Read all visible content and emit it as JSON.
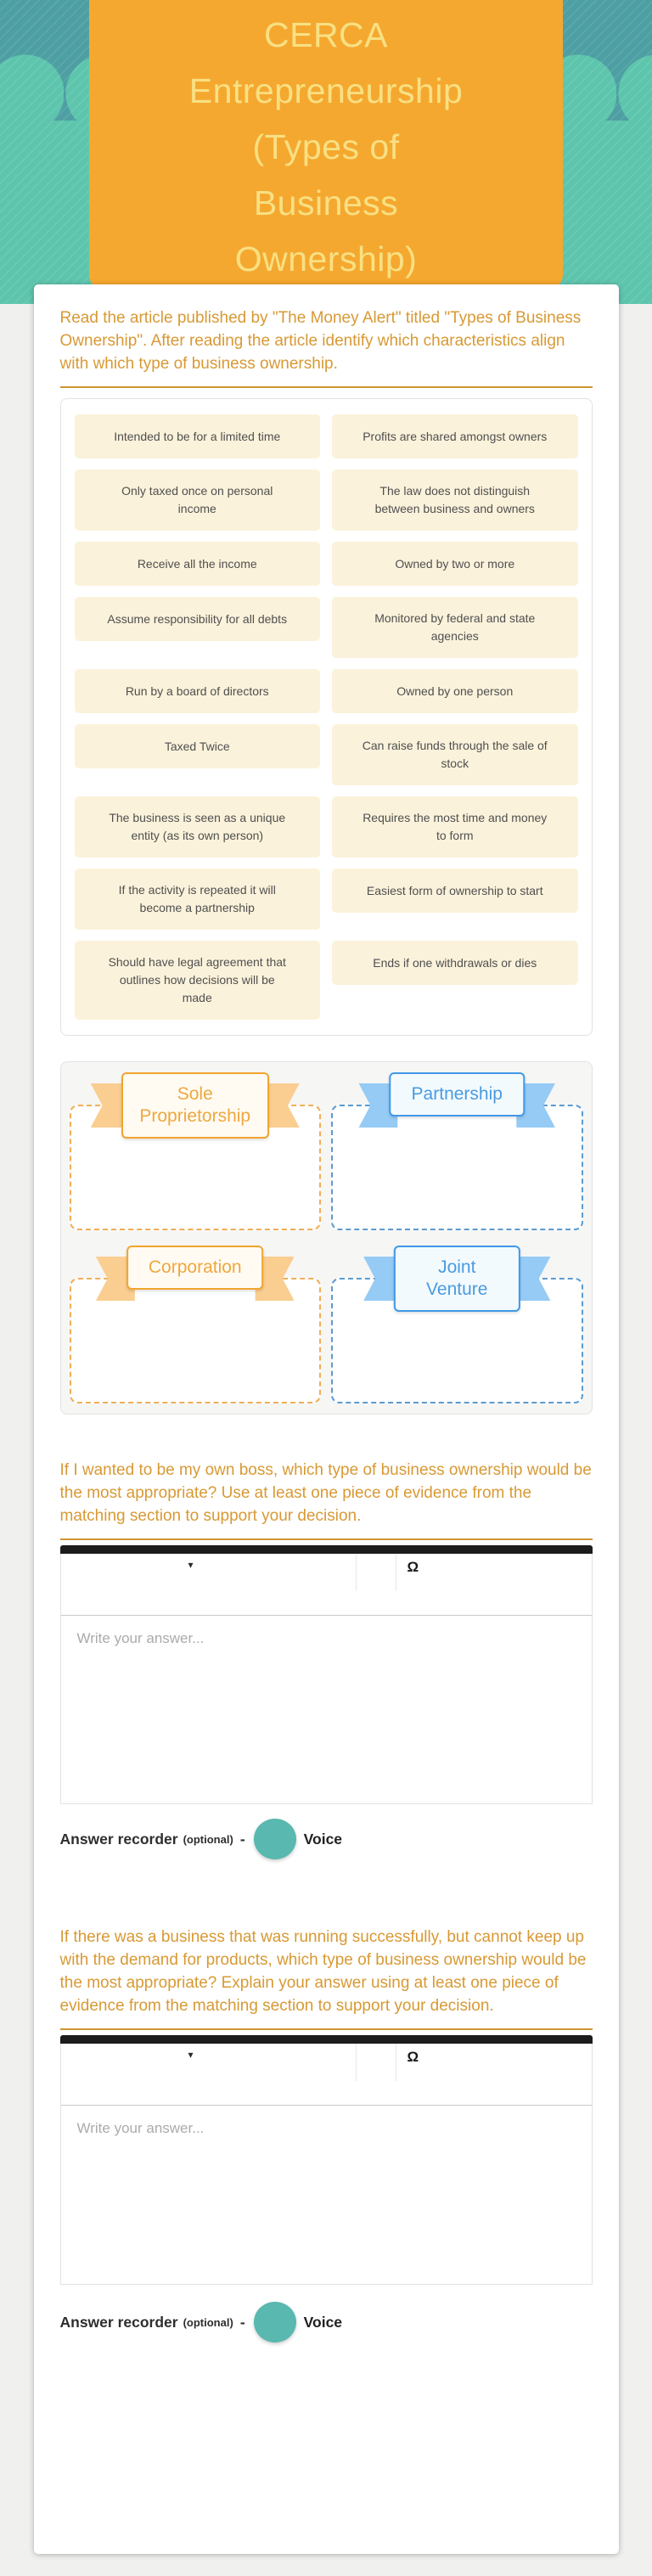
{
  "header": {
    "title": "CERCA Entrepreneurship (Types of Business Ownership)",
    "colors": {
      "band_teal": "#4D9FA3",
      "cloud_teal": "#5EC5AD",
      "card_orange": "#F5A82F",
      "title_text": "#F8E083"
    }
  },
  "intro": {
    "text": "Read the article published by \"The Money Alert\" titled \"Types of Business Ownership\". After reading the article identify which characteristics align with which type of business ownership."
  },
  "matching": {
    "left": [
      "Intended to be for a limited time",
      "Only taxed once on personal income",
      "Receive all the income",
      "Assume responsibility for all debts",
      "Run by a board of directors",
      "Taxed Twice",
      "The business is seen as a unique entity (as its own person)",
      "If the activity is repeated it will become a partnership",
      "Should have legal agreement that outlines how decisions will be made"
    ],
    "right": [
      "Profits are shared amongst owners",
      "The law does not distinguish between business and owners",
      "Owned by two or more",
      "Monitored by federal and state agencies",
      "Owned by one person",
      "Can raise funds through the sale of stock",
      "Requires the most time and money to form",
      "Easiest form of ownership to start",
      "Ends if one withdrawals or dies"
    ]
  },
  "zones": [
    {
      "label": "Sole Proprietorship",
      "theme": "orange"
    },
    {
      "label": "Partnership",
      "theme": "blue"
    },
    {
      "label": "Corporation",
      "theme": "orange"
    },
    {
      "label": "Joint Venture",
      "theme": "blue"
    }
  ],
  "editor_toolbar": {
    "dropdown_caret": "▾",
    "special_char": "Ω"
  },
  "questions": [
    {
      "text": "If I wanted to be my own boss, which type of business ownership would be the most appropriate? Use at least one piece of evidence from the matching section to support your decision.",
      "placeholder": "Write your answer..."
    },
    {
      "text": "If there was a business that was running successfully, but cannot  keep up with the demand for products, which type of business ownership would be the most appropriate? Explain your answer using at least one piece of evidence from the matching section to support your decision.",
      "placeholder": "Write your answer..."
    }
  ],
  "recorder": {
    "label": "Answer recorder",
    "optional_note": "(optional)",
    "separator": "-",
    "voice_label": "Voice",
    "button_color": "#59B8AF"
  },
  "accent": {
    "question_text_color": "#D89934",
    "divider_color": "#CE9530",
    "item_bg": "#FBF2DB",
    "ribbon_orange": "#F1A52F",
    "ribbon_orange_tail": "#FACE90",
    "ribbon_blue": "#4198E8",
    "ribbon_blue_tail": "#95CBF5",
    "editor_bar": "#1C1C1C",
    "voice_button": "#59B8AF"
  }
}
